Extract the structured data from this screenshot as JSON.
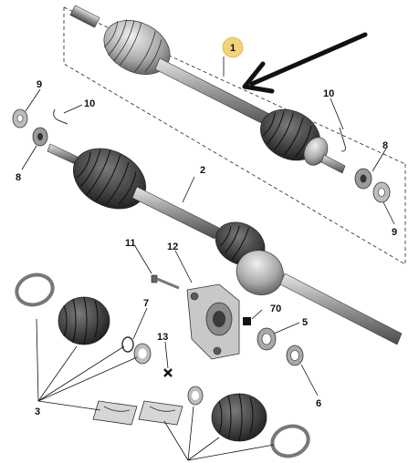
{
  "callouts": {
    "highlight": "1",
    "shaft_lower": "2",
    "boots": "3",
    "seal_ring": "5",
    "washer": "6",
    "clip": "7",
    "nut_left": "8",
    "nut_right": "8",
    "pin_nut_left": "9",
    "pin_nut_right": "9",
    "cotter_left": "10",
    "cotter_right": "10",
    "bolt": "11",
    "bearing_bracket": "12",
    "cross_marker": "13",
    "square_marker": "70"
  },
  "colors": {
    "highlight_circle": "#f2d27a",
    "highlight_text": "#3a3000",
    "line": "#111111",
    "part_dark": "#3a3a3a",
    "part_mid": "#8c8c8c",
    "part_light": "#d6d6d6"
  },
  "icons": {
    "big_arrow": "arrow-pointer-icon",
    "cross": "cross-marker-icon",
    "square": "square-marker-icon"
  }
}
